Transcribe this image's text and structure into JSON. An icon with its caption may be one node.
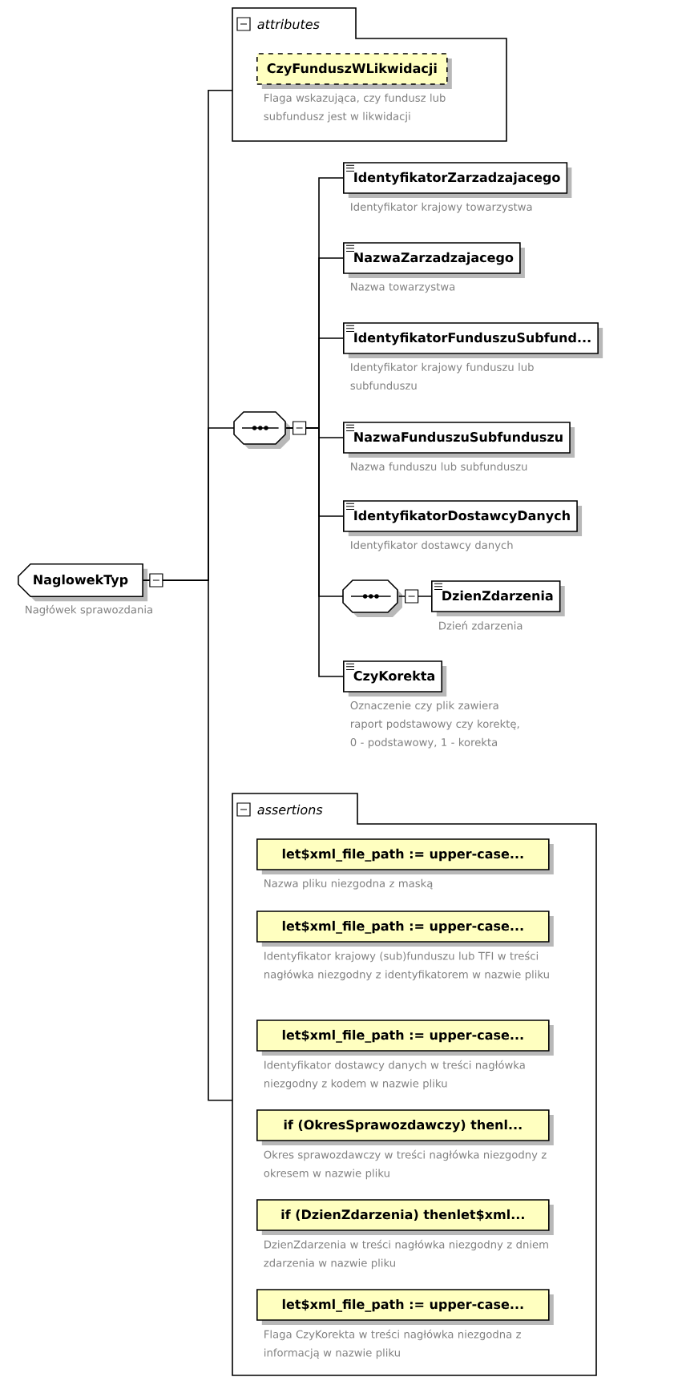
{
  "diagram": {
    "nodes": [
      {
        "text": [
          "NaglowekTyp"
        ],
        "beside": [
          "Nagłówek sprawozdania"
        ]
      },
      {
        "text": [
          "attributes"
        ]
      },
      {
        "text": [
          "CzyFunduszWLikwidacji"
        ],
        "beside": [
          "Flaga wskazująca, czy fundusz lub subfundusz jest w likwidacji"
        ],
        "in": 1
      },
      {
        "text": [],
        "shape": "octagon"
      },
      {
        "text": [
          "IdentyfikatorZarzadzajacego"
        ],
        "beside": [
          "Identyfikator krajowy towarzystwa"
        ]
      },
      {
        "text": [
          "NazwaZarzadzajacego"
        ],
        "beside": [
          "Nazwa towarzystwa"
        ]
      },
      {
        "text": [
          "IdentyfikatorFunduszuSubfund..."
        ],
        "beside": [
          "Identyfikator krajowy funduszu lub subfunduszu"
        ]
      },
      {
        "text": [
          "NazwaFunduszuSubfunduszu"
        ],
        "beside": [
          "Nazwa funduszu lub subfunduszu"
        ]
      },
      {
        "text": [
          "IdentyfikatorDostawcyDanych"
        ],
        "beside": [
          "Identyfikator dostawcy danych"
        ]
      },
      {
        "text": [],
        "shape": "octagon"
      },
      {
        "text": [
          "DzienZdarzenia"
        ],
        "beside": [
          "Dzień zdarzenia"
        ]
      },
      {
        "text": [
          "CzyKorekta"
        ],
        "beside": [
          "Oznaczenie czy plik zawiera raport podstawowy czy korektę, 0 - podstawowy, 1 - korekta"
        ]
      },
      {
        "text": [
          "assertions"
        ]
      },
      {
        "text": [
          "let$xml_file_path := upper-case..."
        ],
        "beside": [
          "Nazwa pliku niezgodna z maską"
        ],
        "in": 12
      },
      {
        "text": [
          "let$xml_file_path := upper-case..."
        ],
        "beside": [
          "Identyfikator krajowy (sub)funduszu lub TFI w treści nagłówka niezgodny z identyfikatorem w nazwie pliku"
        ],
        "in": 12
      },
      {
        "text": [
          "let$xml_file_path := upper-case..."
        ],
        "beside": [
          "Identyfikator dostawcy danych w treści nagłówka niezgodny z kodem w nazwie pliku"
        ],
        "in": 12
      },
      {
        "text": [
          "if (OkresSprawozdawczy) thenl..."
        ],
        "beside": [
          "Okres sprawozdawczy w treści nagłówka niezgodny z okresem w nazwie pliku"
        ],
        "in": 12
      },
      {
        "text": [
          "if (DzienZdarzenia) thenlet$xml..."
        ],
        "beside": [
          "DzienZdarzenia w treści nagłówka niezgodny z dniem zdarzenia w nazwie pliku"
        ],
        "in": 12
      },
      {
        "text": [
          "let$xml_file_path := upper-case..."
        ],
        "beside": [
          "Flaga CzyKorekta w treści nagłówka niezgodna z informacją w nazwie pliku"
        ],
        "in": 12
      }
    ],
    "edges": [
      {
        "from": 0,
        "to": 1,
        "arrow": "none"
      },
      {
        "from": 0,
        "to": 3,
        "arrow": "none"
      },
      {
        "from": 0,
        "to": 12,
        "arrow": "none"
      },
      {
        "from": 3,
        "to": 4,
        "arrow": "none"
      },
      {
        "from": 3,
        "to": 5,
        "arrow": "none"
      },
      {
        "from": 3,
        "to": 6,
        "arrow": "none"
      },
      {
        "from": 3,
        "to": 7,
        "arrow": "none"
      },
      {
        "from": 3,
        "to": 8,
        "arrow": "none"
      },
      {
        "from": 3,
        "to": 9,
        "arrow": "none"
      },
      {
        "from": 9,
        "to": 10,
        "arrow": "none"
      },
      {
        "from": 3,
        "to": 11,
        "arrow": "none"
      }
    ]
  }
}
